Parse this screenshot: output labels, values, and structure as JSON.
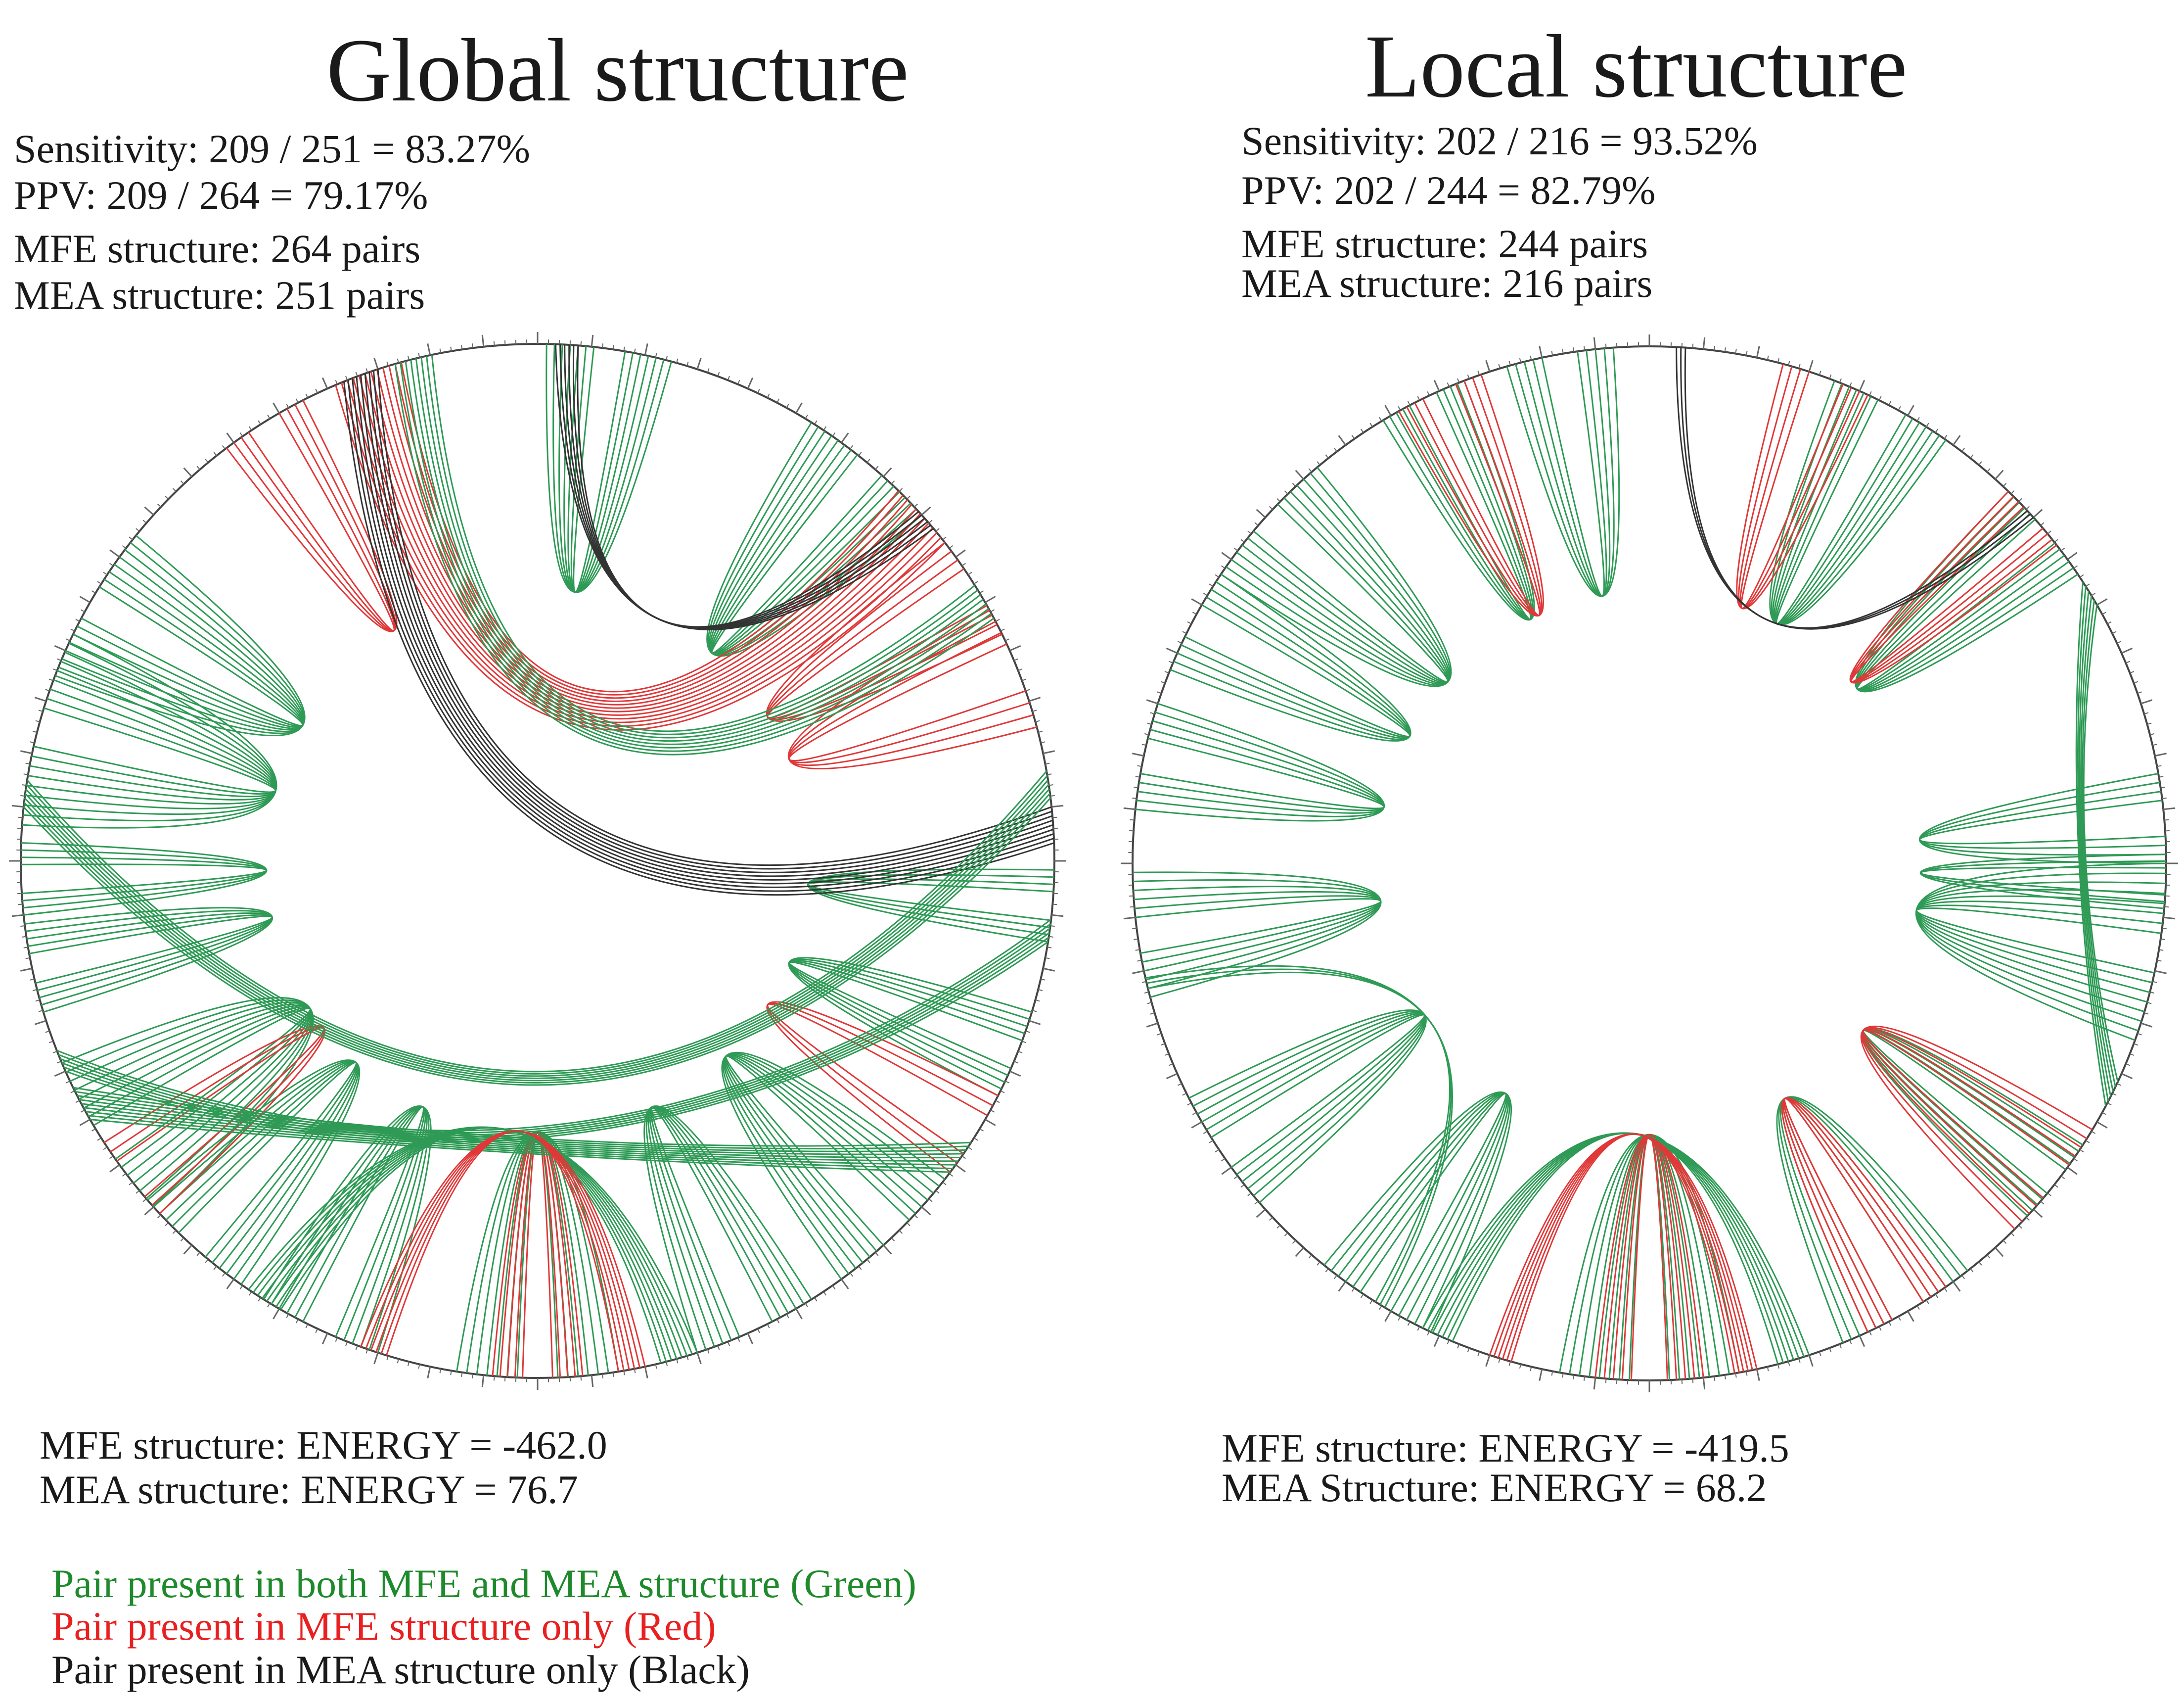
{
  "colors": {
    "both": "#2e9a55",
    "mfe_only": "#e03838",
    "mea_only": "#333333",
    "legend_green": "#1f8a2c",
    "legend_red": "#e82020",
    "text": "#1a1a1a"
  },
  "panels": [
    {
      "title": "Global structure",
      "sensitivity": "Sensitivity: 209 / 251 = 83.27%",
      "ppv": "PPV: 209 / 264 = 79.17%",
      "mfe_pairs": "MFE structure: 264 pairs",
      "mea_pairs": "MEA structure: 251 pairs",
      "mfe_energy": "MFE structure:  ENERGY = -462.0",
      "mea_energy": "MEA structure:  ENERGY = 76.7"
    },
    {
      "title": "Local structure",
      "sensitivity": "Sensitivity: 202 / 216 = 93.52%",
      "ppv": "PPV: 202 / 244 = 82.79%",
      "mfe_pairs": "MFE structure: 244 pairs",
      "mea_pairs": "MEA structure: 216 pairs",
      "mfe_energy": "MFE structure: ENERGY = -419.5",
      "mea_energy": "MEA Structure:  ENERGY = 68.2"
    }
  ],
  "legend": {
    "green": "Pair present in both MFE and MEA structure (Green)",
    "red": "Pair present in MFE structure only (Red)",
    "black": "Pair present in MEA structure only (Black)"
  }
}
